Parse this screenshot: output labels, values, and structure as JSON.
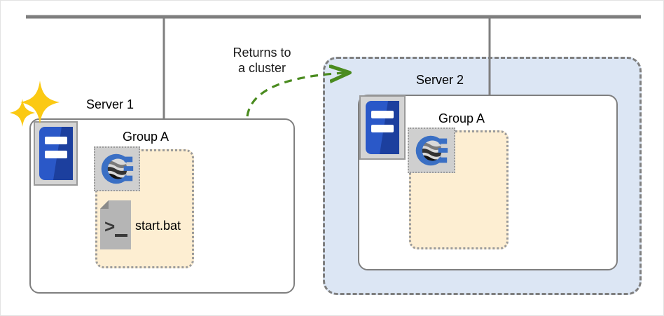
{
  "diagram": {
    "title_text_present": false,
    "callout": {
      "text": "Returns to\na cluster",
      "line1": "Returns to",
      "line2": "a cluster",
      "arrow_color": "#4a8b1f",
      "arrow_style": "dashed-curved-arrow"
    },
    "colors": {
      "bus_line": "#7f7f7f",
      "box_border": "#7f7f7f",
      "cluster_fill": "#dce6f4",
      "cluster_border": "#7f7f7f",
      "group_fill": "#fdeed2",
      "group_border": "#9b9b9b",
      "server_icon_blue": "#2a58c8",
      "server_icon_blue_dark": "#1c3f9e",
      "server_icon_tile": "#d4d4d4",
      "cluster_icon_blue": "#3a6fc4",
      "file_icon_gray": "#b5b5b5",
      "sparkle_yellow": "#fbc913",
      "arrow_green": "#4a8b1f",
      "page_border": "#e3e3e3"
    },
    "nodes": [
      {
        "id": "server1",
        "label": "Server 1",
        "highlighted": true,
        "in_cluster": false,
        "icons": [
          "server-icon",
          "sparkles-icon"
        ],
        "group": {
          "label": "Group A",
          "items": [
            {
              "type": "cluster-icon",
              "label": ""
            },
            {
              "type": "file-icon",
              "label": "start.bat"
            }
          ]
        }
      },
      {
        "id": "server2",
        "label": "Server 2",
        "highlighted": false,
        "in_cluster": true,
        "icons": [
          "server-icon"
        ],
        "group": {
          "label": "Group A",
          "items": [
            {
              "type": "cluster-icon",
              "label": ""
            }
          ]
        }
      }
    ],
    "labels": {
      "server1": "Server 1",
      "server2": "Server 2",
      "group_a_left": "Group A",
      "group_a_right": "Group A",
      "start_bat": "start.bat"
    }
  }
}
